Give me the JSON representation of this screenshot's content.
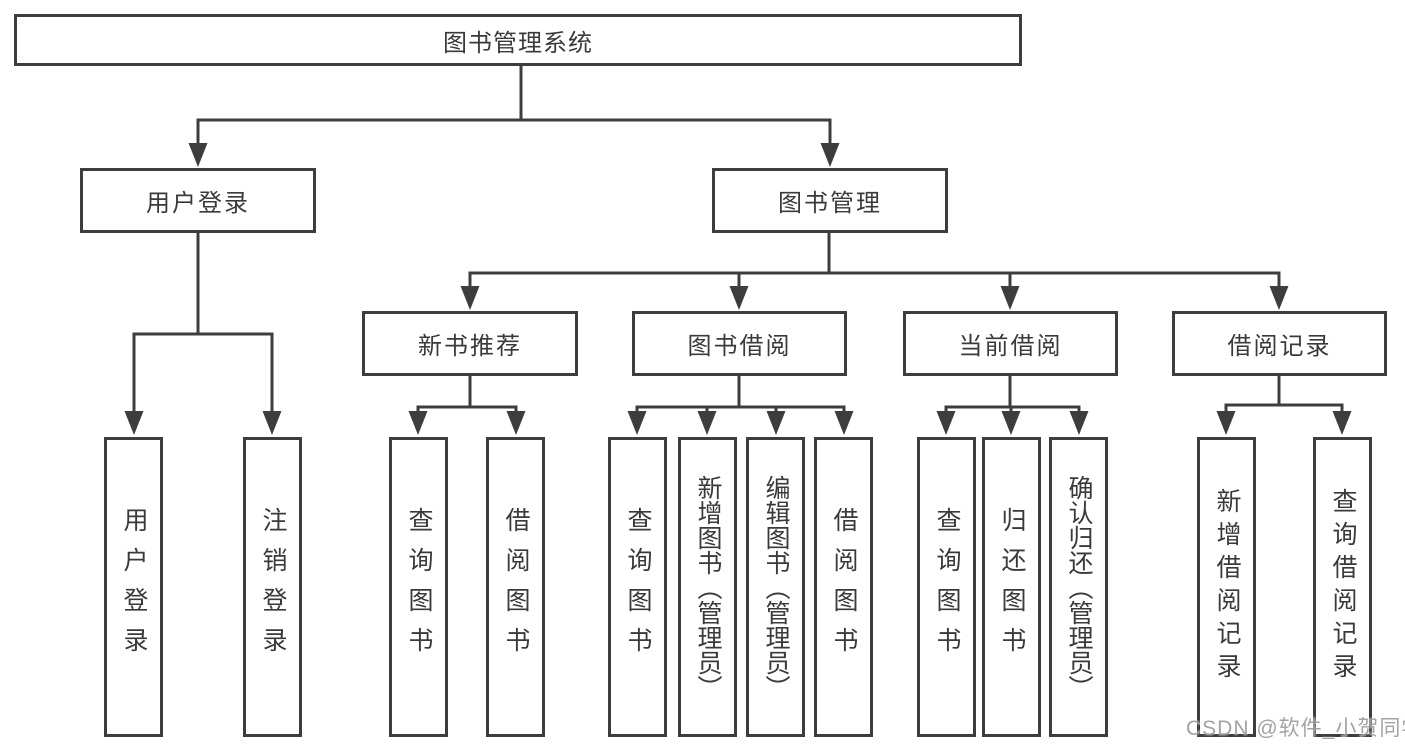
{
  "diagram": {
    "root": {
      "label": "图书管理系统"
    },
    "user_login": {
      "label": "用户登录",
      "children": {
        "login": {
          "label": "用户登录"
        },
        "logout": {
          "label": "注销登录"
        }
      }
    },
    "book_mgmt": {
      "label": "图书管理",
      "sections": {
        "new_books": {
          "label": "新书推荐",
          "children": {
            "query_books": {
              "label": "查询图书"
            },
            "borrow_books": {
              "label": "借阅图书"
            }
          }
        },
        "book_borrow": {
          "label": "图书借阅",
          "children": {
            "query_books": {
              "label": "查询图书"
            },
            "add_books": {
              "label": "新增图书（管理员）"
            },
            "edit_books": {
              "label": "编辑图书（管理员）"
            },
            "borrow_books": {
              "label": "借阅图书"
            }
          }
        },
        "current_borrow": {
          "label": "当前借阅",
          "children": {
            "query_books": {
              "label": "查询图书"
            },
            "return_books": {
              "label": "归还图书"
            },
            "confirm_return": {
              "label": "确认归还（管理员）"
            }
          }
        },
        "borrow_records": {
          "label": "借阅记录",
          "children": {
            "add_record": {
              "label": "新增借阅记录"
            },
            "query_record": {
              "label": "查询借阅记录"
            }
          }
        }
      }
    }
  },
  "watermark": {
    "text": "CSDN @软件_小贺同学"
  },
  "colors": {
    "line": "#3d3d3d",
    "text": "#3a3a3a",
    "watermark": "#9c9c9c",
    "background": "#ffffff"
  }
}
